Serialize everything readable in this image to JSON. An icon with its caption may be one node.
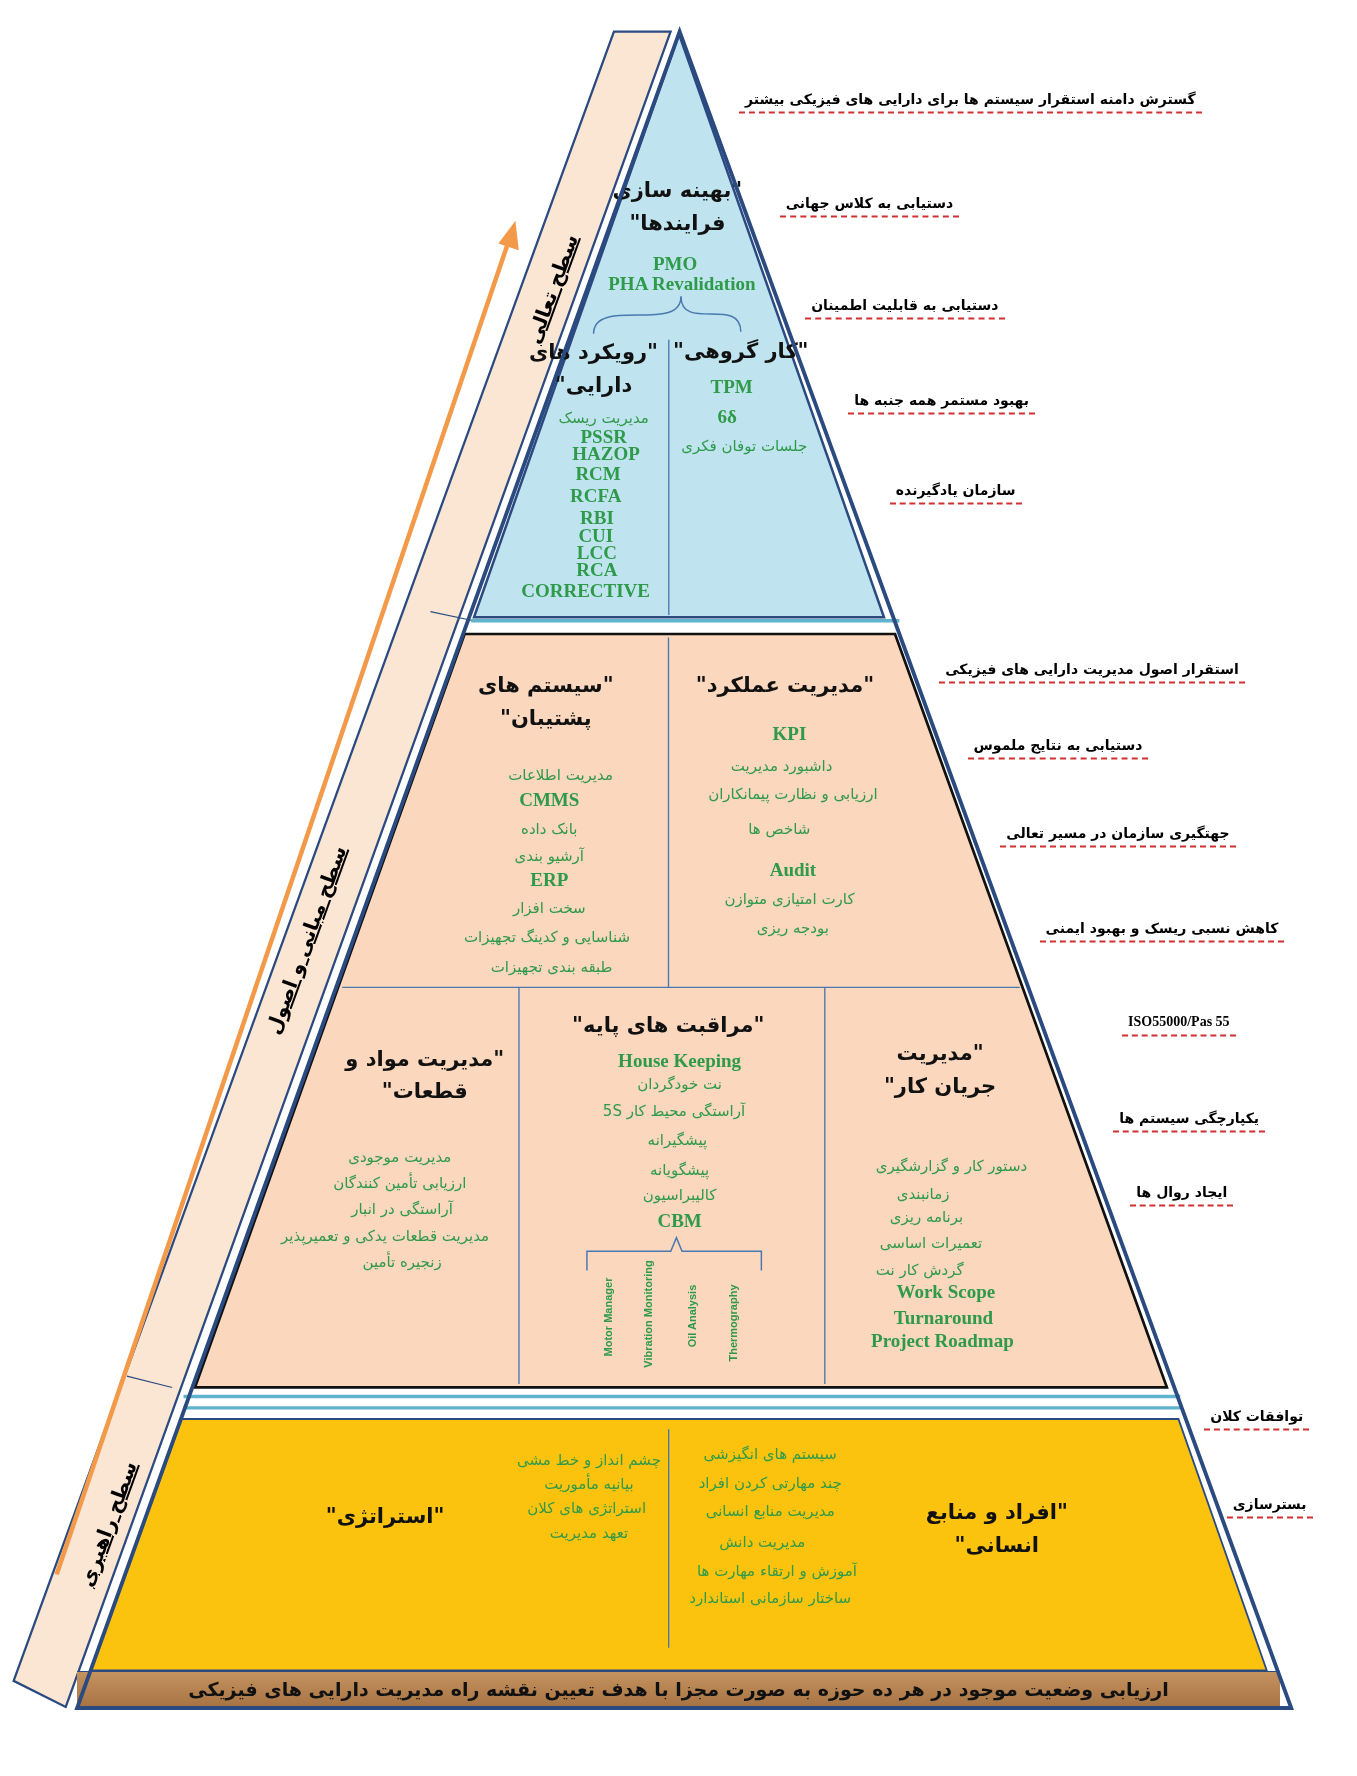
{
  "diagram": {
    "nodes": [
      {
        "text": [],
        "shape": "triangle"
      },
      {
        "text": [
          "\"بهینه سازی فرایندها\"",
          "PMO",
          "PHA Revalidation"
        ],
        "in": 0
      },
      {
        "text": [
          "\"رویکرد های دارایی\"",
          "مدیریت ریسک",
          "PSSR",
          "HAZOP",
          "RCM",
          "RCFA",
          "RBI",
          "CUI",
          "LCC",
          "RCA",
          "CORRECTIVE"
        ],
        "in": 0
      },
      {
        "text": [
          "\"کار گروهی\"",
          "TPM",
          "6δ",
          "جلسات توفان فکری"
        ],
        "in": 0
      },
      {
        "text": [],
        "shape": "trapezoid"
      },
      {
        "text": [
          "\"سیستم های پشتیبان\"",
          "مدیریت اطلاعات",
          "CMMS",
          "بانک داده",
          "آرشیو بندی",
          "ERP",
          "سخت افزار",
          "شناسایی و کدینگ تجهیزات",
          "طبقه بندی تجهیزات"
        ],
        "in": 4
      },
      {
        "text": [
          "\"مدیریت عملکرد\"",
          "KPI",
          "داشبورد مدیریت",
          "ارزیابی و نظارت پیمانکاران",
          "شاخص ها",
          "Audit",
          "کارت امتیازی متوازن",
          "بودجه ریزی"
        ],
        "in": 4
      },
      {
        "text": [
          "\"مدیریت مواد و قطعات\"",
          "مدیریت موجودی",
          "ارزیابی تأمین کنندگان",
          "آراستگی در انبار",
          "مدیریت قطعات یدکی و تعمیرپذیر",
          "زنجیره تأمین"
        ],
        "in": 4
      },
      {
        "text": [
          "\"مراقبت های پایه\"",
          "House Keeping",
          "نت خودگردان",
          "آراستگی محیط کار 5S",
          "پیشگیرانه",
          "پیشگویانه",
          "کالیبراسیون",
          "CBM",
          "Motor Manager",
          "Vibration Monitoring",
          "Oil Analysis",
          "Thermography"
        ],
        "in": 4
      },
      {
        "text": [
          "\"مدیریت جریان کار\"",
          "دستور کار و گزارشگیری",
          "زمانبندی",
          "برنامه ریزی",
          "تعمیرات اساسی",
          "گردش کار نت",
          "Work Scope",
          "Turnaround",
          "Project Roadmap"
        ],
        "in": 4
      },
      {
        "text": [],
        "shape": "trapezoid"
      },
      {
        "text": [
          "\"استراتژی\"",
          "چشم انداز و خط مشی",
          "بیانیه مأموریت",
          "استراتژی های کلان",
          "تعهد مدیریت"
        ],
        "in": 10
      },
      {
        "text": [
          "\"افراد و منابع انسانی\"",
          "سیستم های انگیزشی",
          "چند مهارتی کردن افراد",
          "مدیریت منابع انسانی",
          "مدیریت دانش",
          "آموزش و ارتقاء مهارت ها",
          "ساختار سازمانی استاندارد"
        ],
        "in": 10
      },
      {
        "text": [
          "ارزیابی وضعیت موجود در هر ده حوزه به صورت مجزا با هدف تعیین نقشه راه مدیریت دارایی های فیزیکی"
        ]
      }
    ],
    "edges": [
      {
        "from": 1,
        "to": 2,
        "arrow": "none"
      },
      {
        "from": 1,
        "to": 3,
        "arrow": "none"
      }
    ],
    "labels": [
      "گسترش دامنه استقرار سیستم ها برای دارایی های فیزیکی بیشتر",
      "دستیابی به کلاس جهانی",
      "دستیابی به قابلیت اطمینان",
      "بهبود مستمر همه جنبه ها",
      "سازمان یادگیرنده",
      "استقرار اصول مدیریت دارایی های فیزیکی",
      "دستیابی به نتایج ملموس",
      "جهتگیری سازمان در مسیر تعالی",
      "کاهش نسبی ریسک و بهبود ایمنی",
      "ISO55000/Pas 55",
      "یکپارچگی سیستم ها",
      "ایجاد روال ها",
      "توافقات کلان",
      "بسترسازی",
      "سطح تعالی",
      "سطح مبانی و اصول",
      "سطح راهبری"
    ]
  }
}
